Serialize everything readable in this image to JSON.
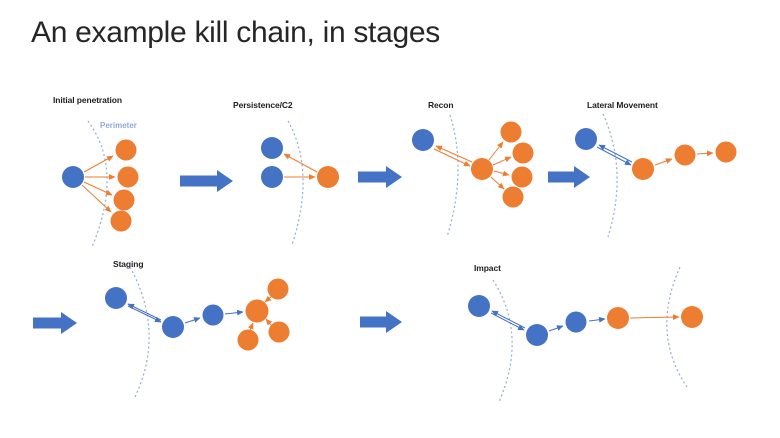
{
  "slide": {
    "title": "An example kill chain, in stages",
    "background": "#ffffff"
  },
  "colors": {
    "node_blue": "#4472C4",
    "node_orange": "#ED7D31",
    "arrow_blue": "#4472C4",
    "arrow_orange": "#ED7D31",
    "transition_arrow": "#4472C4",
    "perimeter_dash": "#8FAADB",
    "perimeter_text": "#8FAADB",
    "title_text": "#262626",
    "label_text": "#1f1f1f"
  },
  "perimeter_label": "Perimeter",
  "diagram": {
    "type": "kill-chain-stages",
    "transition_arrow_count": 5,
    "rows": 2,
    "stages": [
      {
        "label": "Initial penetration",
        "nodes": {
          "blue": 1,
          "orange": 4
        },
        "note": "blue node outside perimeter sends orange arrows to four orange nodes inside"
      },
      {
        "label": "Persistence/C2",
        "nodes": {
          "blue": 2,
          "orange": 1
        },
        "note": "orange node inside perimeter exchanges orange arrows with two blue nodes outside"
      },
      {
        "label": "Recon",
        "nodes": {
          "blue": 1,
          "orange": 5
        },
        "note": "central orange node double-linked to blue node across perimeter and fanning arrows to four orange nodes"
      },
      {
        "label": "Lateral Movement",
        "nodes": {
          "blue": 1,
          "orange": 3
        },
        "note": "blue node double-linked across perimeter to orange chain of three"
      },
      {
        "label": "Staging",
        "nodes": {
          "blue": 3,
          "orange": 4
        },
        "note": "blue chain across perimeter into central orange node collecting arrows from three orange nodes"
      },
      {
        "label": "Impact",
        "nodes": {
          "blue": 3,
          "orange": 2
        },
        "note": "blue chain across left perimeter to orange node sending long arrow past right perimeter to outer orange node"
      }
    ]
  }
}
